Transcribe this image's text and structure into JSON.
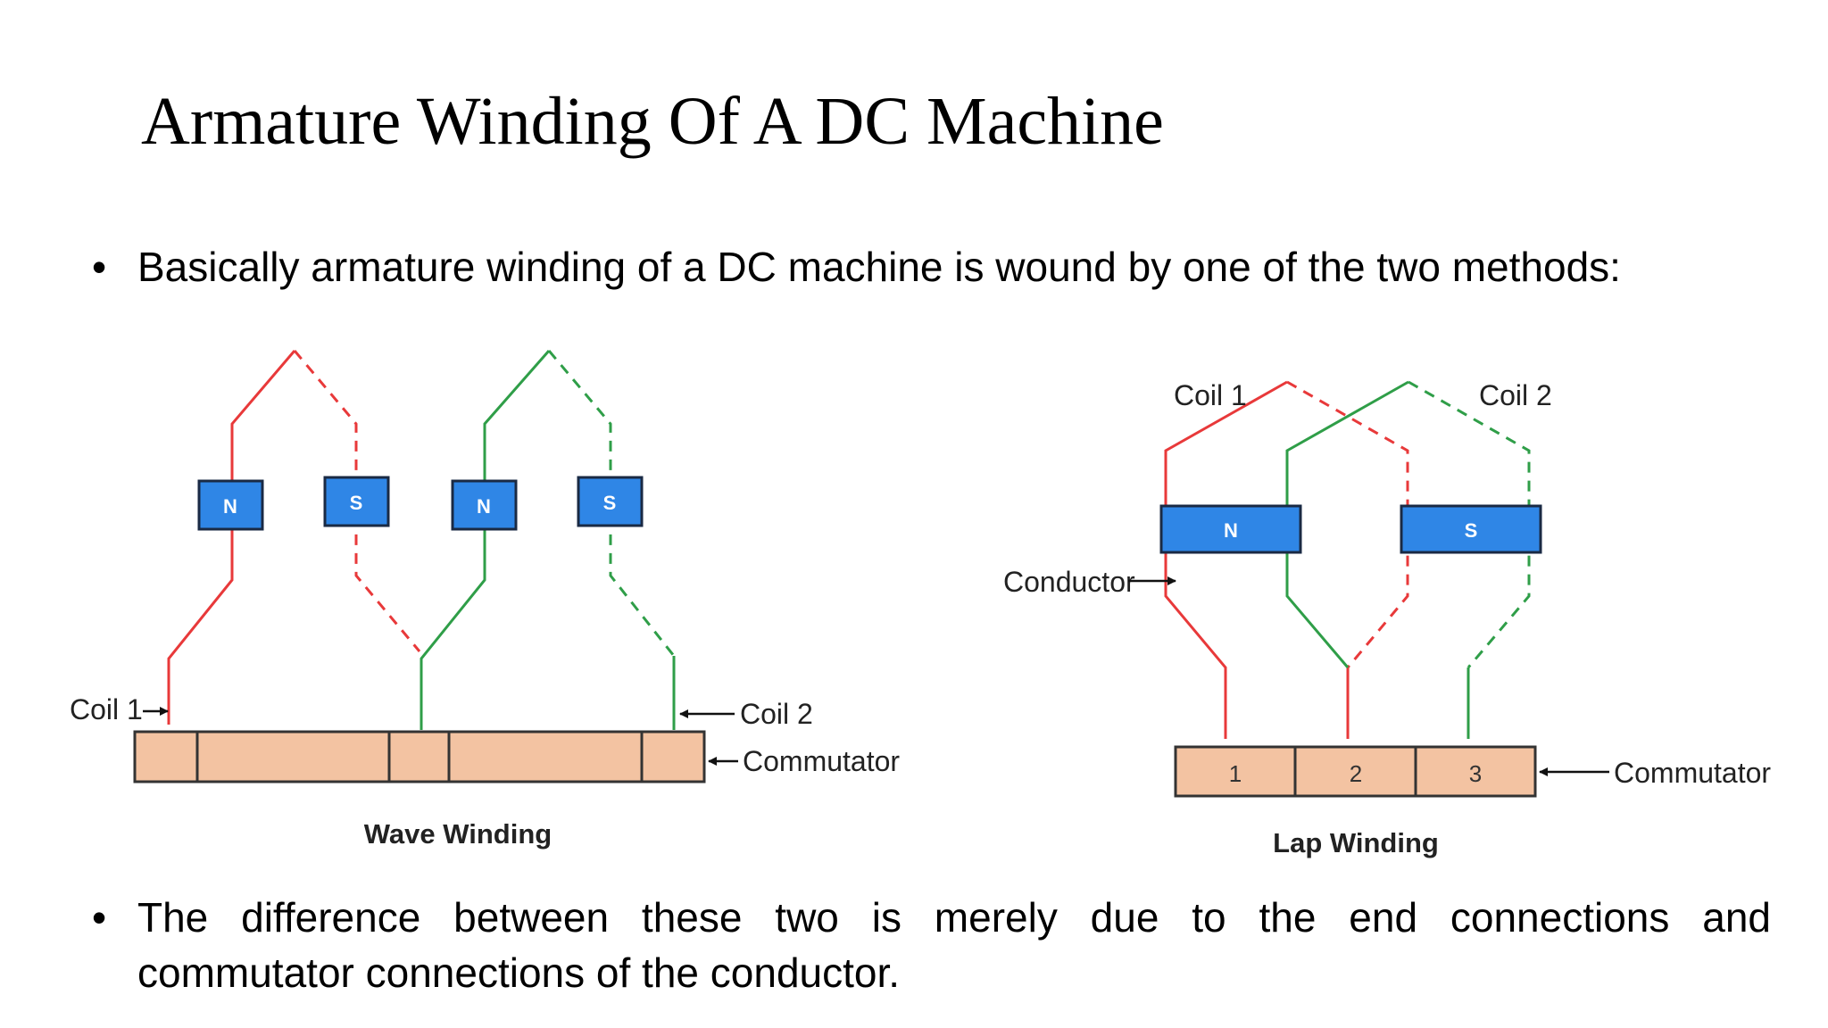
{
  "slide": {
    "title": "Armature Winding Of A DC Machine",
    "bullet_1": "Basically armature winding of a DC machine is wound by one of the two methods:",
    "bullet_2_line_1": "The difference between these two is merely due to the end connections and",
    "bullet_2_line_2": "commutator connections of the conductor.",
    "bullet_symbol": "•"
  },
  "wave_diagram": {
    "caption": "Wave Winding",
    "coil_1_label": "Coil 1",
    "coil_2_label": "Coil 2",
    "commutator_label": "Commutator",
    "poles": [
      "N",
      "S",
      "N",
      "S"
    ]
  },
  "lap_diagram": {
    "caption": "Lap Winding",
    "coil_1_label": "Coil 1",
    "coil_2_label": "Coil 2",
    "conductor_label": "Conductor",
    "commutator_label": "Commutator",
    "poles": [
      "N",
      "S"
    ],
    "segments": [
      "1",
      "2",
      "3"
    ]
  },
  "colors": {
    "coil_1": "#e8393a",
    "coil_2": "#2f9e48",
    "pole_fill": "#2f86e6",
    "pole_stroke": "#1a2a44",
    "commutator_fill": "#f3c3a2",
    "commutator_stroke": "#333333"
  }
}
